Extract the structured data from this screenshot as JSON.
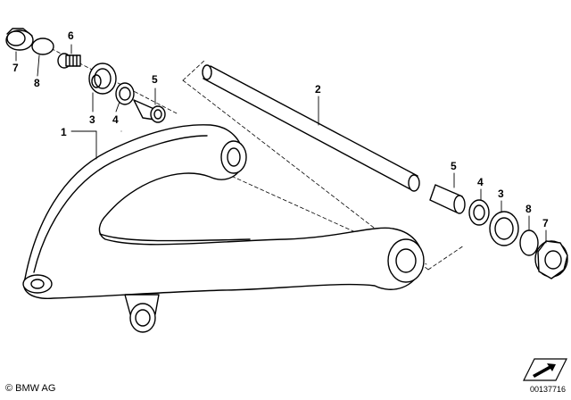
{
  "callouts": {
    "c1": "1",
    "c2": "2",
    "c3a": "3",
    "c4a": "4",
    "c5a": "5",
    "c6": "6",
    "c7a": "7",
    "c8a": "8",
    "c5b": "5",
    "c4b": "4",
    "c3b": "3",
    "c8b": "8",
    "c7b": "7"
  },
  "footer": {
    "copyright": "© BMW AG",
    "diagram_id": "00137716"
  },
  "icons": {
    "nav": "arrow-navigation-icon"
  }
}
